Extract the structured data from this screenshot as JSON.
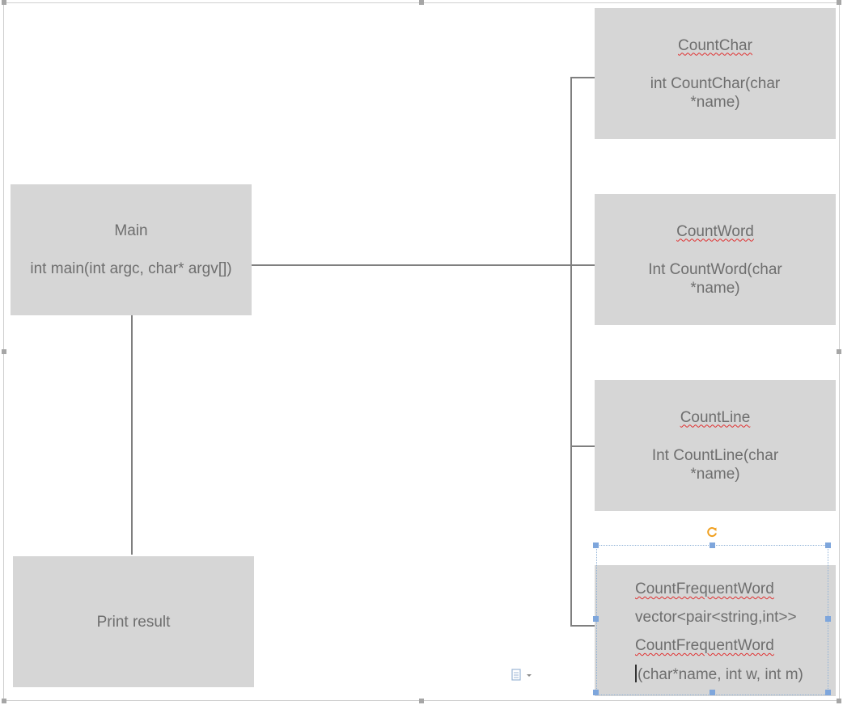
{
  "main_box": {
    "title": "Main",
    "signature": "int main(int argc, char* argv[])"
  },
  "print_box": {
    "label": "Print result"
  },
  "count_char_box": {
    "title": "CountChar",
    "signature_line1": "int CountChar(char",
    "signature_line2": "*name)"
  },
  "count_word_box": {
    "title": "CountWord",
    "signature_line1": "Int CountWord(char",
    "signature_line2": "*name)"
  },
  "count_line_box": {
    "title": "CountLine",
    "signature_line1": "Int CountLine(char",
    "signature_line2": "*name)"
  },
  "count_frequent_word_box": {
    "title": "CountFrequentWord",
    "return_type": "vector<pair<string,int>>",
    "function_name": "CountFrequentWord",
    "params": "(char*name, int w, int m)"
  },
  "icons": {
    "rotate": "rotate-handle-icon",
    "paste": "paste-options-icon"
  },
  "colors": {
    "box_fill": "#d6d6d6",
    "connector": "#7f7f7f",
    "selection": "#7ea6dc",
    "spell_underline": "#e03030"
  }
}
